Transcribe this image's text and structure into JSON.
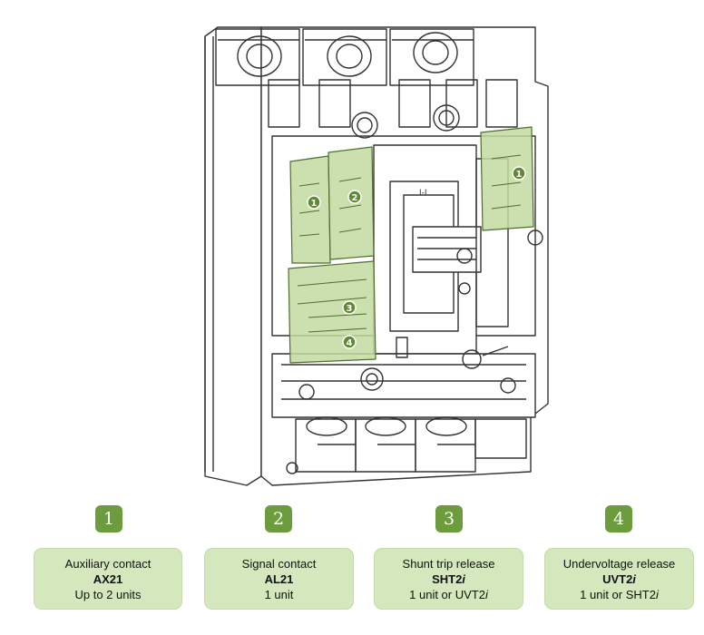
{
  "callouts": [
    {
      "number": "1",
      "description": "Auxiliary contact",
      "code": "AX21",
      "code_suffix": "",
      "quantity": "Up to 2 units",
      "quantity_suffix": ""
    },
    {
      "number": "2",
      "description": "Signal contact",
      "code": "AL21",
      "code_suffix": "",
      "quantity": "1 unit",
      "quantity_suffix": ""
    },
    {
      "number": "3",
      "description": "Shunt trip release",
      "code": "SHT2",
      "code_suffix": "i",
      "quantity": "1 unit or UVT2",
      "quantity_suffix": "i"
    },
    {
      "number": "4",
      "description": "Undervoltage release",
      "code": "UVT2",
      "code_suffix": "i",
      "quantity": "1 unit or SHT2",
      "quantity_suffix": "i"
    }
  ],
  "colors": {
    "badge": "#6d9c3f",
    "box_fill": "#d5e8bd",
    "accessory_highlight": "#c3d9a0",
    "line_art": "#333333"
  }
}
